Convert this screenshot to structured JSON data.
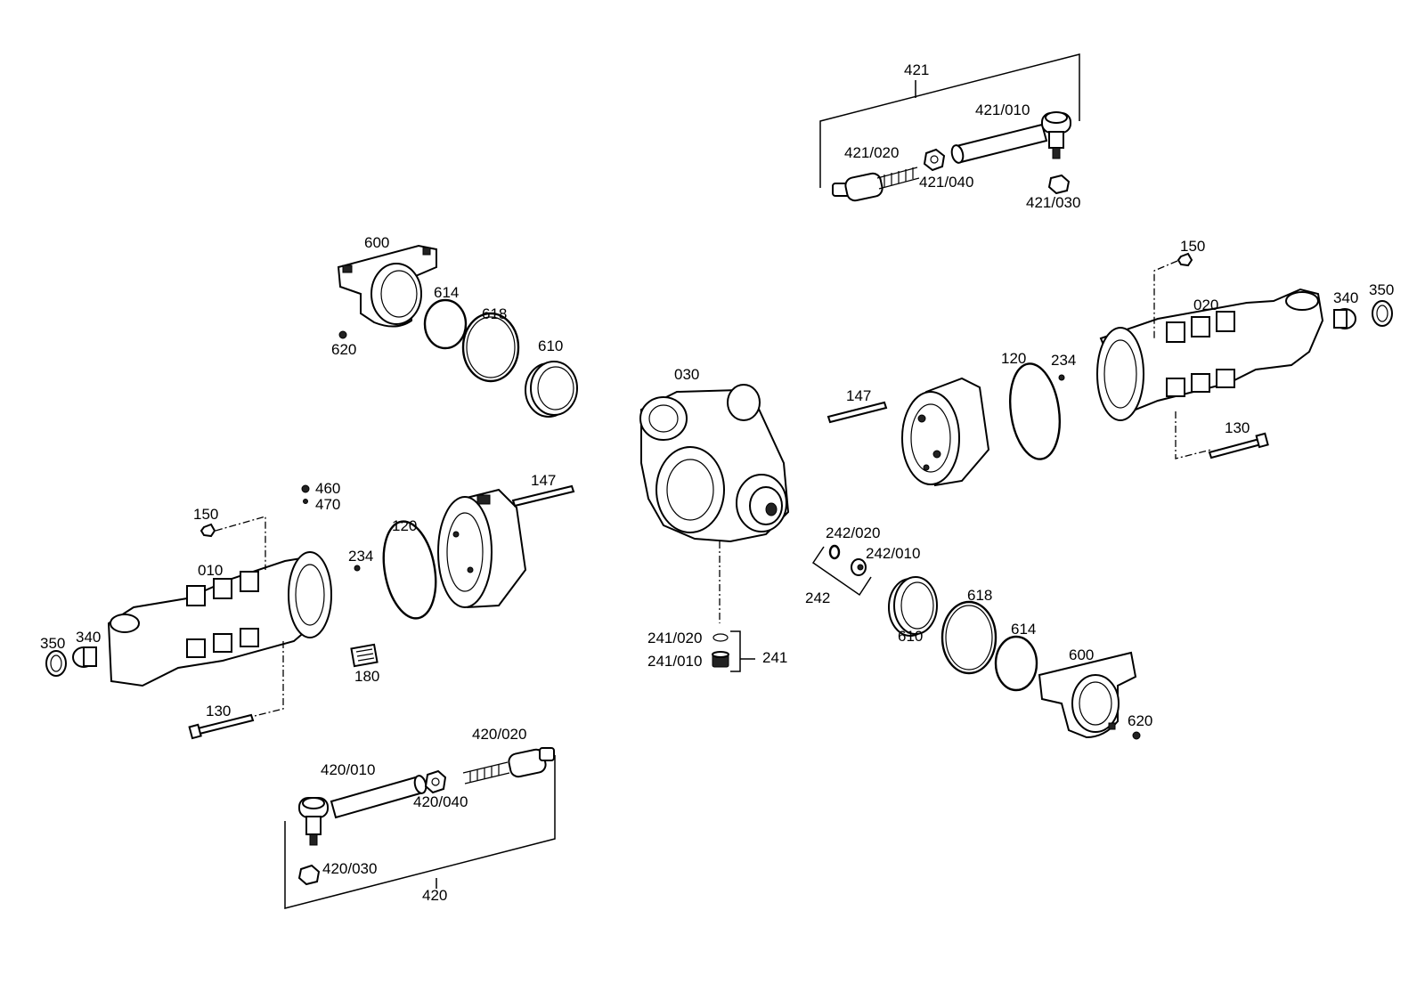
{
  "labels": {
    "p421": "421",
    "p421_010": "421/010",
    "p421_020": "421/020",
    "p421_040": "421/040",
    "p421_030": "421/030",
    "p600a": "600",
    "p614a": "614",
    "p618a": "618",
    "p610a": "610",
    "p620a": "620",
    "p150b": "150",
    "p020": "020",
    "p340b": "340",
    "p350b": "350",
    "p120b": "120",
    "p234b": "234",
    "p130b": "130",
    "p147b": "147",
    "p030": "030",
    "p147a": "147",
    "p460": "460",
    "p470": "470",
    "p150a": "150",
    "p120a": "120",
    "p234a": "234",
    "p010": "010",
    "p350a": "350",
    "p340a": "340",
    "p180": "180",
    "p130a": "130",
    "p242_020": "242/020",
    "p242_010": "242/010",
    "p242": "242",
    "p241_020": "241/020",
    "p241_010": "241/010",
    "p241": "241",
    "p610b": "610",
    "p618b": "618",
    "p614b": "614",
    "p600b": "600",
    "p620b": "620",
    "p420_020": "420/020",
    "p420_010": "420/010",
    "p420_040": "420/040",
    "p420_030": "420/030",
    "p420": "420"
  }
}
